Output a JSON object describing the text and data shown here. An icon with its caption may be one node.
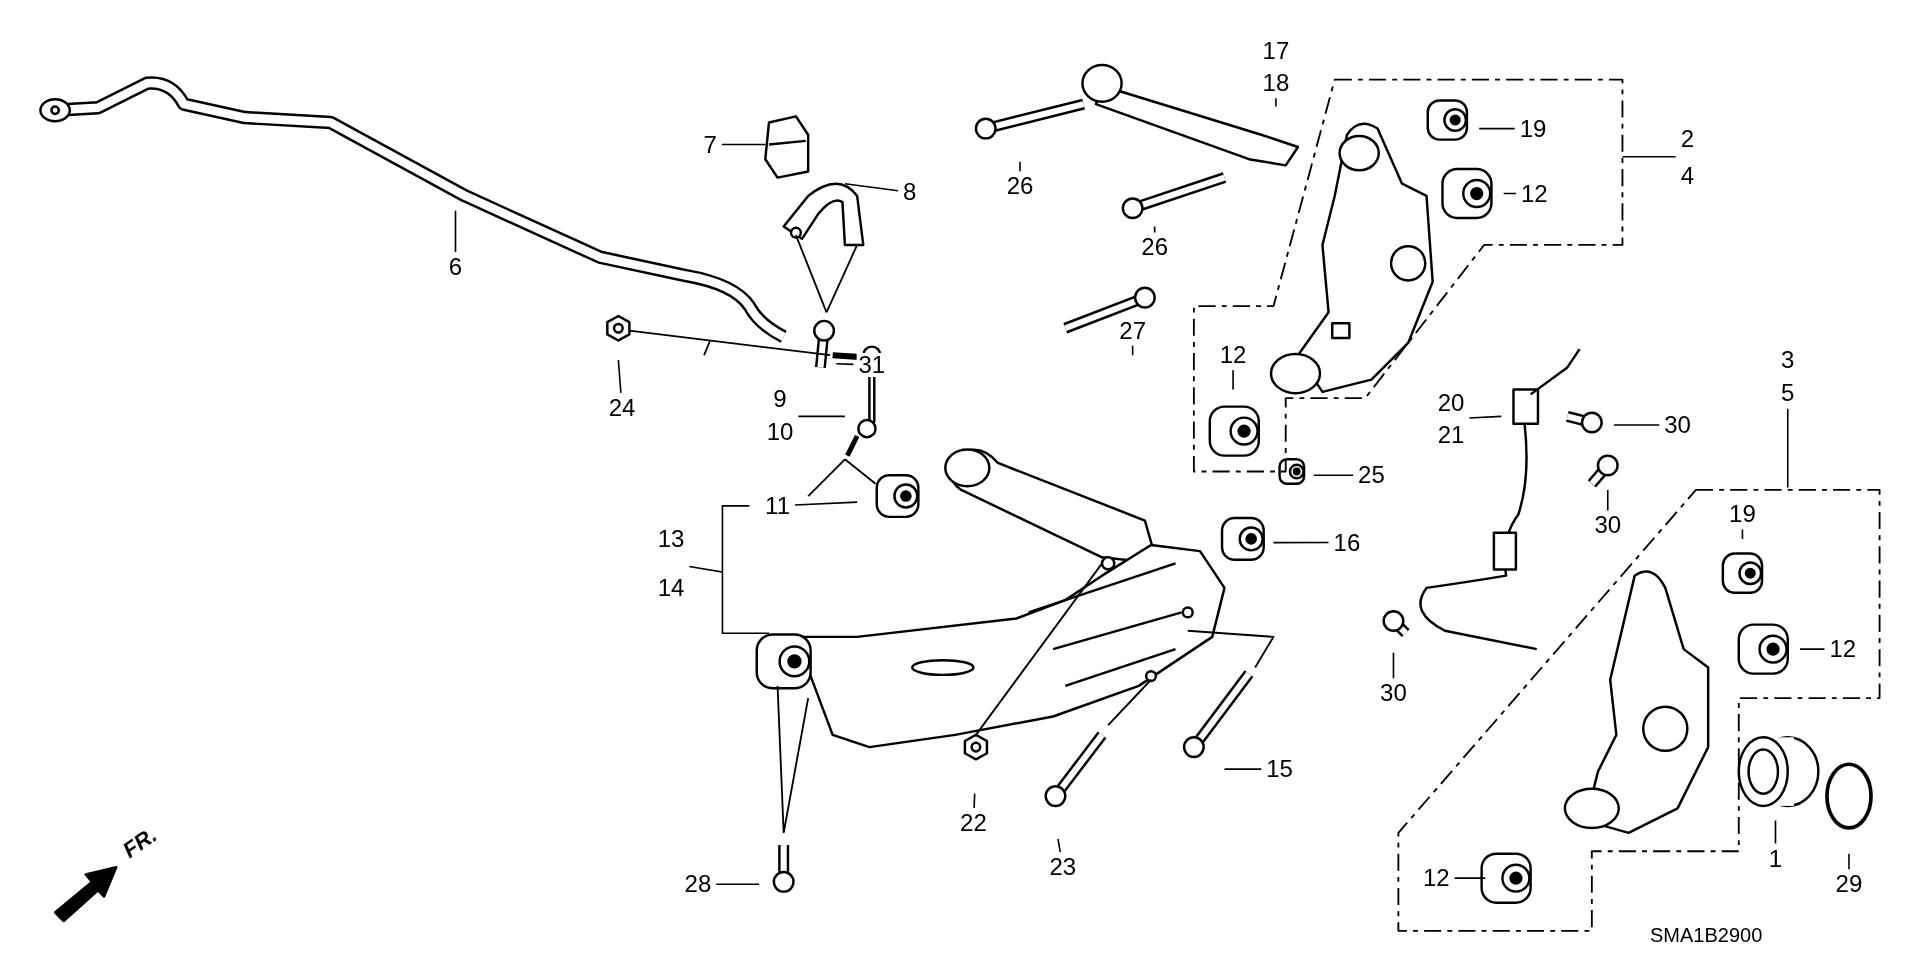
{
  "diagram": {
    "nodes": [
      {
        "text": [
          "7"
        ]
      },
      {
        "text": [
          "8"
        ]
      },
      {
        "text": [
          "6"
        ]
      },
      {
        "text": [
          "31"
        ]
      },
      {
        "text": [
          "24"
        ]
      },
      {
        "text": [
          "9",
          "10"
        ]
      },
      {
        "text": [
          "11"
        ]
      },
      {
        "text": [
          "13",
          "14"
        ]
      },
      {
        "text": [
          "28"
        ]
      },
      {
        "text": [
          "22"
        ]
      },
      {
        "text": [
          "23"
        ]
      },
      {
        "text": [
          "15"
        ]
      },
      {
        "text": [
          "16"
        ]
      },
      {
        "text": [
          "25"
        ]
      },
      {
        "text": [
          "27"
        ]
      },
      {
        "text": [
          "26"
        ]
      },
      {
        "text": [
          "26"
        ]
      },
      {
        "text": [
          "17",
          "18"
        ]
      },
      {
        "text": [
          "19"
        ]
      },
      {
        "text": [
          "12"
        ]
      },
      {
        "text": [
          "2",
          "4"
        ]
      },
      {
        "text": [
          "12"
        ]
      },
      {
        "text": [
          "20",
          "21"
        ]
      },
      {
        "text": [
          "30"
        ]
      },
      {
        "text": [
          "30"
        ]
      },
      {
        "text": [
          "30"
        ]
      },
      {
        "text": [
          "3",
          "5"
        ]
      },
      {
        "text": [
          "19"
        ]
      },
      {
        "text": [
          "12"
        ]
      },
      {
        "text": [
          "12"
        ]
      },
      {
        "text": [
          "1"
        ]
      },
      {
        "text": [
          "29"
        ]
      }
    ],
    "edges": [
      {
        "from": 0,
        "to": null,
        "arrow": "none"
      },
      {
        "from": 1,
        "to": null,
        "arrow": "none"
      },
      {
        "from": 2,
        "to": null,
        "arrow": "none"
      },
      {
        "from": 3,
        "to": null,
        "arrow": "none"
      },
      {
        "from": 4,
        "to": null,
        "arrow": "none"
      },
      {
        "from": 5,
        "to": null,
        "arrow": "none"
      },
      {
        "from": 6,
        "to": null,
        "arrow": "none"
      },
      {
        "from": 7,
        "to": null,
        "arrow": "none"
      },
      {
        "from": 8,
        "to": null,
        "arrow": "none"
      },
      {
        "from": 9,
        "to": null,
        "arrow": "none"
      },
      {
        "from": 10,
        "to": null,
        "arrow": "none"
      },
      {
        "from": 11,
        "to": null,
        "arrow": "none"
      },
      {
        "from": 12,
        "to": null,
        "arrow": "none"
      },
      {
        "from": 13,
        "to": null,
        "arrow": "none"
      },
      {
        "from": 14,
        "to": null,
        "arrow": "none"
      },
      {
        "from": 15,
        "to": null,
        "arrow": "none"
      },
      {
        "from": 16,
        "to": null,
        "arrow": "none"
      },
      {
        "from": 17,
        "to": null,
        "arrow": "none"
      },
      {
        "from": 18,
        "to": null,
        "arrow": "none"
      },
      {
        "from": 19,
        "to": null,
        "arrow": "none"
      },
      {
        "from": 20,
        "to": null,
        "arrow": "none"
      },
      {
        "from": 21,
        "to": null,
        "arrow": "none"
      },
      {
        "from": 22,
        "to": null,
        "arrow": "none"
      },
      {
        "from": 23,
        "to": null,
        "arrow": "none"
      },
      {
        "from": 24,
        "to": null,
        "arrow": "none"
      },
      {
        "from": 25,
        "to": null,
        "arrow": "none"
      },
      {
        "from": 26,
        "to": null,
        "arrow": "none"
      },
      {
        "from": 27,
        "to": null,
        "arrow": "none"
      },
      {
        "from": 28,
        "to": null,
        "arrow": "none"
      },
      {
        "from": 29,
        "to": null,
        "arrow": "none"
      },
      {
        "from": 30,
        "to": null,
        "arrow": "none"
      },
      {
        "from": 31,
        "to": null,
        "arrow": "none"
      }
    ],
    "labels": [
      "FR.",
      "SMA1B2900"
    ]
  }
}
